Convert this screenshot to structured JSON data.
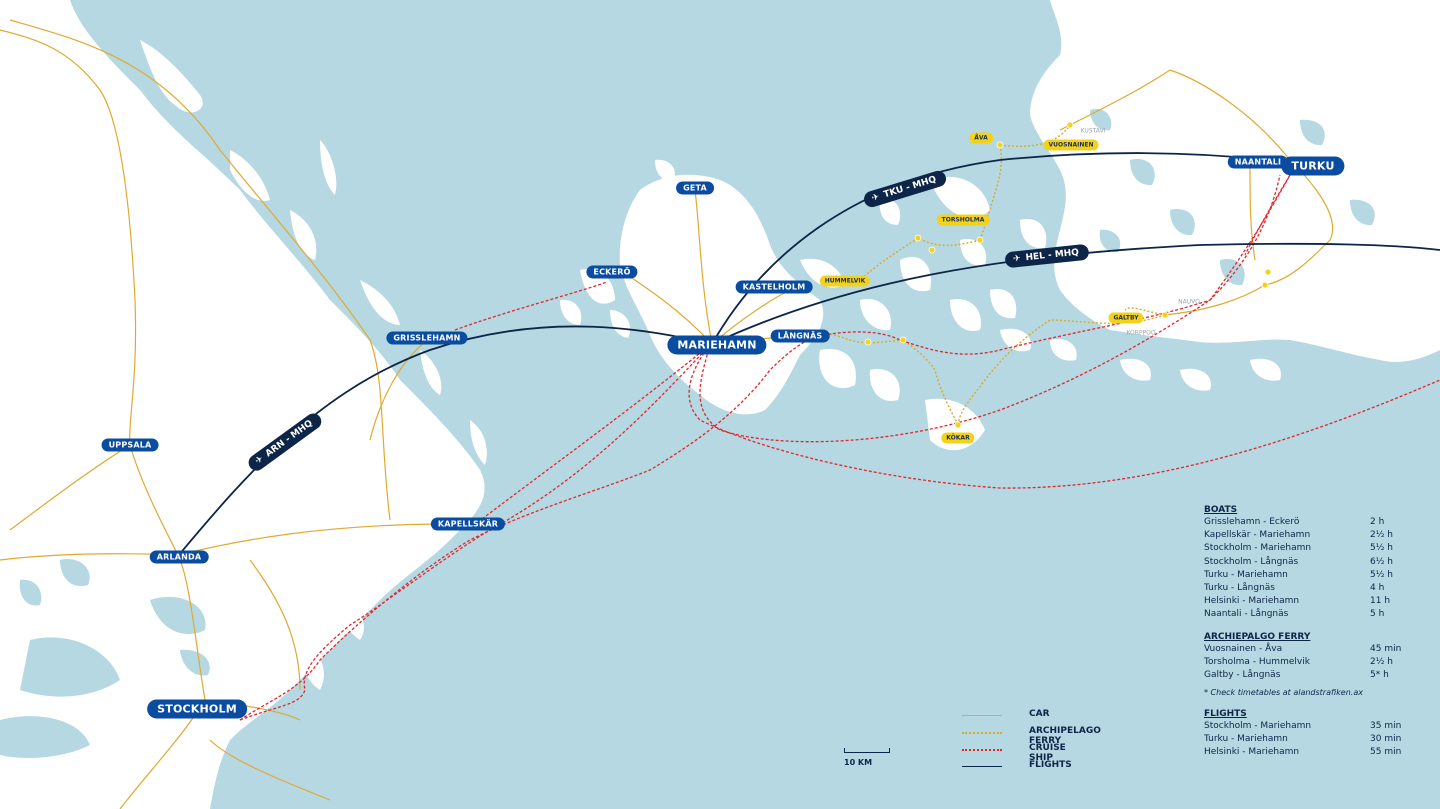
{
  "places": {
    "mariehamn": "MARIEHAMN",
    "turku": "TURKU",
    "stockholm": "STOCKHOLM",
    "uppsala": "UPPSALA",
    "arlanda": "ARLANDA",
    "grisslehamn": "GRISSLEHAMN",
    "eckero": "ECKERÖ",
    "kapellskar": "KAPELLSKÄR",
    "geta": "GETA",
    "kastelholm": "KASTELHOLM",
    "langnas": "LÅNGNÄS",
    "naantali": "NAANTALI"
  },
  "ports": {
    "ava": "ÅVA",
    "vuosnainen": "VUOSNAINEN",
    "torsholma": "TORSHOLMA",
    "hummelvik": "HUMMELVIK",
    "galtby": "GALTBY",
    "kokar": "KÖKAR"
  },
  "minor_labels": {
    "kustavi": "KUSTAVI",
    "nauvo": "NAUVO",
    "korppoo": "KORPPOO"
  },
  "flights": {
    "arn": "ARN - MHQ",
    "tku": "TKU - MHQ",
    "hel": "HEL - MHQ"
  },
  "legend": {
    "car": "CAR",
    "ferry": "ARCHIPELAGO FERRY",
    "cruise": "CRUISE SHIP",
    "flights": "FLIGHTS"
  },
  "scale": "10 KM",
  "colors": {
    "sea": "#b6d8e2",
    "land": "#ffffff",
    "car": "#e0a930",
    "ferry": "#d9a928",
    "cruise": "#e3262d",
    "flight": "#0d2548",
    "label": "#0a4da0",
    "port": "#f3d21c"
  },
  "timetable": {
    "boats": {
      "title": "BOATS",
      "rows": [
        {
          "route": "Grisslehamn - Eckerö",
          "time": "2 h"
        },
        {
          "route": "Kapellskär - Mariehamn",
          "time": "2½ h"
        },
        {
          "route": "Stockholm - Mariehamn",
          "time": "5½ h"
        },
        {
          "route": "Stockholm - Långnäs",
          "time": "6½ h"
        },
        {
          "route": "Turku - Mariehamn",
          "time": "5½ h"
        },
        {
          "route": "Turku - Långnäs",
          "time": "4 h"
        },
        {
          "route": "Helsinki - Mariehamn",
          "time": "11 h"
        },
        {
          "route": "Naantali - Långnäs",
          "time": "5 h"
        }
      ]
    },
    "ferry": {
      "title": "ARCHIEPALGO FERRY",
      "rows": [
        {
          "route": "Vuosnainen - Åva",
          "time": "45 min"
        },
        {
          "route": "Torsholma - Hummelvik",
          "time": "2½ h"
        },
        {
          "route": "Galtby - Långnäs",
          "time": "5* h"
        }
      ],
      "note": "* Check timetables at alandstrafiken.ax"
    },
    "flights": {
      "title": "FLIGHTS",
      "rows": [
        {
          "route": "Stockholm - Mariehamn",
          "time": "35 min"
        },
        {
          "route": "Turku - Mariehamn",
          "time": "30 min"
        },
        {
          "route": "Helsinki - Mariehamn",
          "time": "55 min"
        }
      ]
    }
  }
}
